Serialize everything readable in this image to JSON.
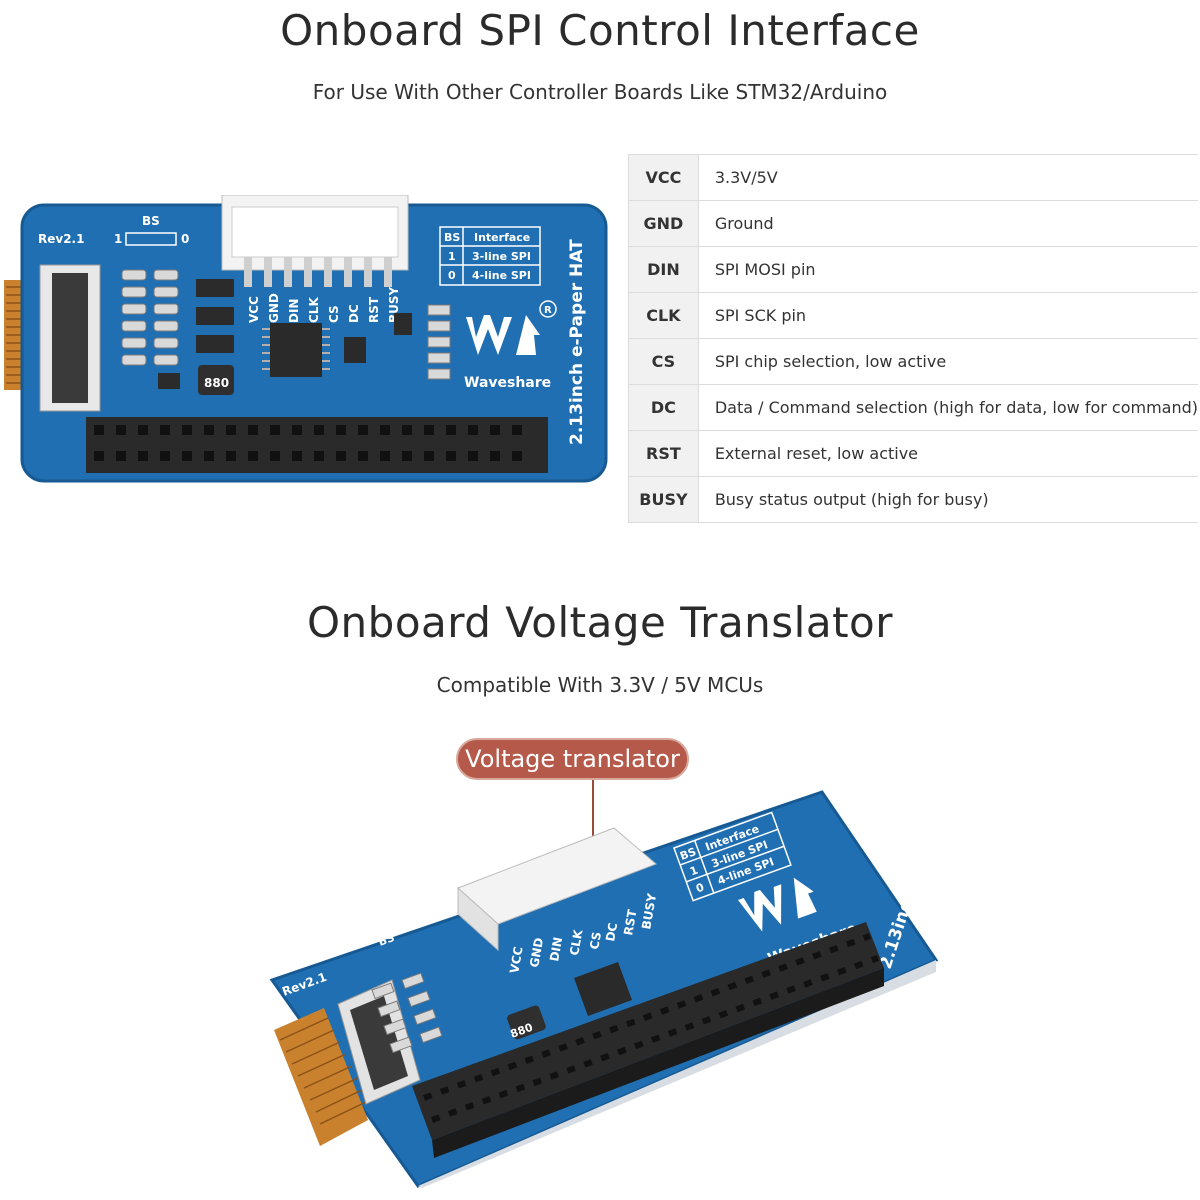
{
  "section1": {
    "title": "Onboard SPI Control Interface",
    "subtitle": "For Use With Other Controller Boards Like STM32/Arduino"
  },
  "pins": [
    {
      "pin": "VCC",
      "desc": "3.3V/5V"
    },
    {
      "pin": "GND",
      "desc": "Ground"
    },
    {
      "pin": "DIN",
      "desc": "SPI MOSI pin"
    },
    {
      "pin": "CLK",
      "desc": "SPI SCK pin"
    },
    {
      "pin": "CS",
      "desc": "SPI chip selection, low active"
    },
    {
      "pin": "DC",
      "desc": "Data / Command selection (high for data, low for command)"
    },
    {
      "pin": "RST",
      "desc": "External reset, low active"
    },
    {
      "pin": "BUSY",
      "desc": "Busy status output (high for busy)"
    }
  ],
  "board": {
    "rev": "Rev2.1",
    "bs_label": "BS",
    "bs_one": "1",
    "bs_zero": "0",
    "bs_table_head_bs": "BS",
    "bs_table_head_interface": "Interface",
    "bs_row1_bs": "1",
    "bs_row1_if": "3-line SPI",
    "bs_row2_bs": "0",
    "bs_row2_if": "4-line SPI",
    "brand": "Waveshare",
    "product": "2.13inch e-Paper HAT",
    "chip_label": "880",
    "header_pins": [
      "VCC",
      "GND",
      "DIN",
      "CLK",
      "CS",
      "DC",
      "RST",
      "BUSY"
    ],
    "colors": {
      "pcb": "#1f6fb2",
      "pcb_dark": "#175a93",
      "fpc": "#c9812d",
      "header": "#2a2a2a"
    }
  },
  "section2": {
    "title": "Onboard Voltage Translator",
    "subtitle": "Compatible With 3.3V / 5V MCUs",
    "callout": "Voltage translator",
    "callout_color": "#b55a4a"
  }
}
